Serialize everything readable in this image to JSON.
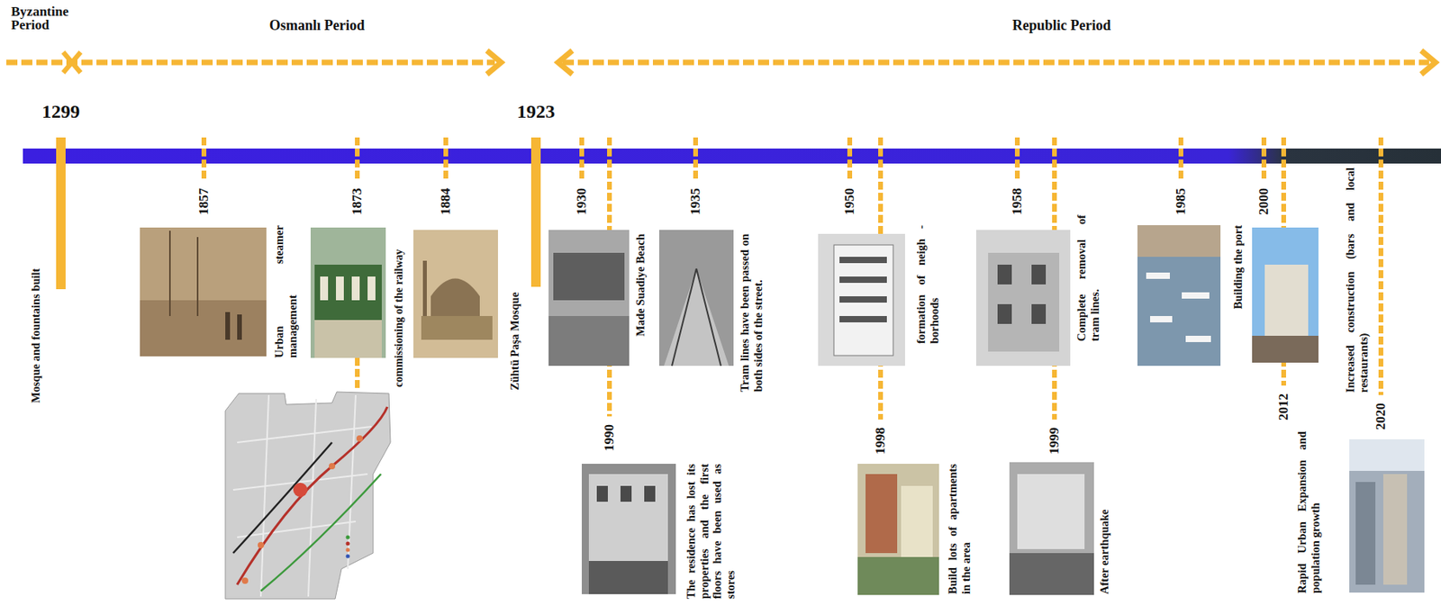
{
  "diagram": {
    "labels": [
      "Byzantine Period",
      "Osmanlı Period",
      "Republic Period",
      "1299",
      "1923",
      "Mosque and fountains built",
      "1857",
      "Urban steamer management",
      "1873",
      "commissioning of the railway",
      "1884",
      "Zühtü Paşa Mosque",
      "1930",
      "Made Suadiye Beach",
      "1990",
      "The residence has lost its properties and the first floors have been used as stores",
      "1935",
      "Tram lines have been passed on both sides of the street.",
      "1950",
      "formation of neigh -borhoods",
      "1998",
      "Build lots of apartments in the area",
      "1958",
      "Complete removal of tram lines.",
      "1999",
      "After earthquake",
      "1985",
      "Building the port",
      "2000",
      "2012",
      "Rapid Urban Expansion and population growth",
      "Increased construction (bars and local restaurants)",
      "2020"
    ]
  }
}
